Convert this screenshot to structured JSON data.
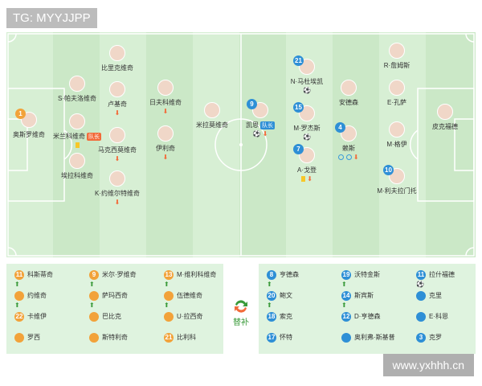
{
  "watermarks": {
    "top_left": "TG: MYYJJPP",
    "bottom_right": "www.yxhhh.cn"
  },
  "labels": {
    "captain": "队长",
    "substitutes": "替补"
  },
  "colors": {
    "pitch_light": "#d7efd4",
    "pitch_dark": "#cbe8c7",
    "home": "#f2a23a",
    "away": "#2e8fd6",
    "sub_out": "#f26b3a",
    "sub_in": "#3a9a3a"
  },
  "home_players": [
    {
      "num": "1",
      "name": "奥斯罗维奇",
      "cap": "",
      "events": ""
    },
    {
      "num": "",
      "name": "S·帕夫洛维奇",
      "cap": "",
      "events": ""
    },
    {
      "num": "",
      "name": "米兰科维奇",
      "cap": "队长",
      "events": "yellow"
    },
    {
      "num": "",
      "name": "埃拉科维奇",
      "cap": "",
      "events": ""
    },
    {
      "num": "",
      "name": "比里克维奇",
      "cap": "",
      "events": ""
    },
    {
      "num": "",
      "name": "卢基奇",
      "cap": "",
      "events": "sub_out"
    },
    {
      "num": "",
      "name": "马克西莫维奇",
      "cap": "",
      "events": "sub_out"
    },
    {
      "num": "",
      "name": "K·约维尔特维奇",
      "cap": "",
      "events": "sub_out"
    },
    {
      "num": "",
      "name": "日夫科维奇",
      "cap": "",
      "events": "sub_out"
    },
    {
      "num": "",
      "name": "伊利奇",
      "cap": "",
      "events": "sub_out"
    },
    {
      "num": "",
      "name": "米拉莫维奇",
      "cap": "",
      "events": ""
    }
  ],
  "away_players": [
    {
      "num": "9",
      "name": "凯恩",
      "cap": "队长",
      "events": "ball sub_out"
    },
    {
      "num": "21",
      "name": "N·马杜埃凯",
      "cap": "",
      "events": "ball"
    },
    {
      "num": "",
      "name": "安德森",
      "cap": "",
      "events": ""
    },
    {
      "num": "15",
      "name": "M·罗杰斯",
      "cap": "",
      "events": "ball"
    },
    {
      "num": "4",
      "name": "赖斯",
      "cap": "",
      "events": "blue blue sub_out"
    },
    {
      "num": "7",
      "name": "A·戈登",
      "cap": "",
      "events": "yellow sub_out"
    },
    {
      "num": "",
      "name": "R·詹姆斯",
      "cap": "",
      "events": ""
    },
    {
      "num": "",
      "name": "E·孔萨",
      "cap": "",
      "events": ""
    },
    {
      "num": "",
      "name": "M·格伊",
      "cap": "",
      "events": ""
    },
    {
      "num": "10",
      "name": "M·利夫拉门托",
      "cap": "",
      "events": ""
    },
    {
      "num": "",
      "name": "皮克福德",
      "cap": "",
      "events": ""
    }
  ],
  "home_bench": [
    {
      "num": "11",
      "name": "科斯蒂奇",
      "ev": "in"
    },
    {
      "num": "9",
      "name": "米尔·罗维奇",
      "ev": "in"
    },
    {
      "num": "13",
      "name": "M·维利科维奇",
      "ev": "in"
    },
    {
      "num": "",
      "name": "约维奇",
      "ev": "in"
    },
    {
      "num": "",
      "name": "萨玛西奇",
      "ev": "in"
    },
    {
      "num": "",
      "name": "伍德维奇",
      "ev": "in"
    },
    {
      "num": "22",
      "name": "卡维伊",
      "ev": ""
    },
    {
      "num": "",
      "name": "巴比克",
      "ev": ""
    },
    {
      "num": "",
      "name": "U·拉西奇",
      "ev": ""
    },
    {
      "num": "",
      "name": "罗西",
      "ev": ""
    },
    {
      "num": "",
      "name": "斯特利奇",
      "ev": ""
    },
    {
      "num": "21",
      "name": "比利科",
      "ev": ""
    }
  ],
  "away_bench": [
    {
      "num": "8",
      "name": "亨德森",
      "ev": "in"
    },
    {
      "num": "19",
      "name": "沃特金斯",
      "ev": "in"
    },
    {
      "num": "11",
      "name": "拉什福德",
      "ev": "ball"
    },
    {
      "num": "20",
      "name": "鲍文",
      "ev": "in"
    },
    {
      "num": "14",
      "name": "斯宾斯",
      "ev": "in"
    },
    {
      "num": "",
      "name": "克里",
      "ev": ""
    },
    {
      "num": "18",
      "name": "索克",
      "ev": ""
    },
    {
      "num": "12",
      "name": "D·亨德森",
      "ev": ""
    },
    {
      "num": "",
      "name": "E·科恩",
      "ev": ""
    },
    {
      "num": "17",
      "name": "怀特",
      "ev": ""
    },
    {
      "num": "",
      "name": "奥利弗·斯基普",
      "ev": ""
    },
    {
      "num": "3",
      "name": "克罗",
      "ev": ""
    }
  ]
}
